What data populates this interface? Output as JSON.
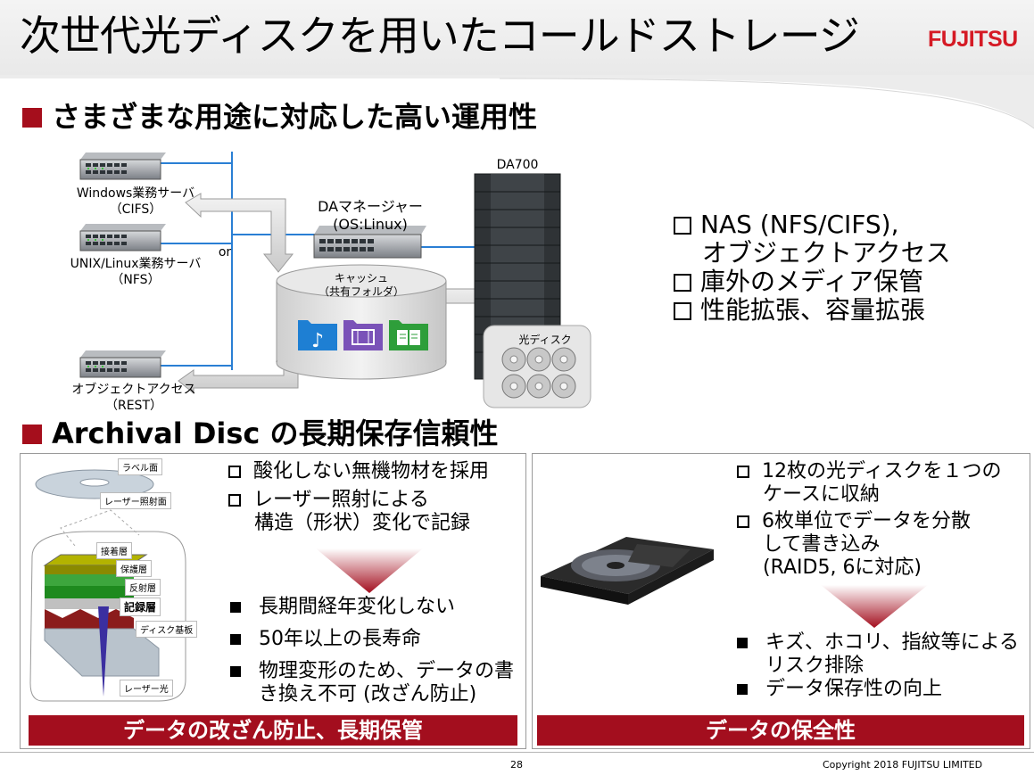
{
  "slide": {
    "title": "次世代光ディスクを用いたコールドストレージ",
    "logo_text": "FUJITSU",
    "page_number": "28",
    "copyright": "Copyright 2018 FUJITSU LIMITED",
    "colors": {
      "accent": "#a30e1e",
      "logo": "#d51a25",
      "folder_blue": "#1e7fd3",
      "folder_purple": "#7a52b8",
      "folder_green": "#2e9e3a"
    }
  },
  "section1": {
    "heading": "さまざまな用途に対応した高い運用性",
    "diagram": {
      "server1": {
        "name": "Windows業務サーバ",
        "proto": "（CIFS）"
      },
      "server2": {
        "name": "UNIX/Linux業務サーバ",
        "proto": "（NFS）"
      },
      "server3": {
        "name": "オブジェクトアクセス",
        "proto": "（REST）"
      },
      "or_label": "or",
      "manager": {
        "name": "DAマネージャー",
        "os": "(OS:Linux)"
      },
      "library_label": "DA700",
      "cache": {
        "name": "キャッシュ",
        "sub": "（共有フォルダ）"
      },
      "disc_label": "光ディスク",
      "icons": [
        "music-folder-icon",
        "film-folder-icon",
        "book-folder-icon"
      ]
    },
    "features": [
      {
        "lines": [
          "NAS (NFS/CIFS),",
          "オブジェクトアクセス"
        ]
      },
      {
        "lines": [
          "庫外のメディア保管"
        ]
      },
      {
        "lines": [
          "性能拡張、容量拡張"
        ]
      }
    ]
  },
  "section2": {
    "heading": "Archival Disc の長期保存信頼性",
    "left_panel": {
      "disc_labels": {
        "label_side": "ラベル面",
        "laser_side": "レーザー照射面"
      },
      "layers": [
        "接着層",
        "保護層",
        "反射層",
        "記録層",
        "ディスク基板"
      ],
      "laser": "レーザー光",
      "points": [
        {
          "lines": [
            "酸化しない無機物材を採用"
          ]
        },
        {
          "lines": [
            "レーザー照射による",
            "構造（形状）変化で記録"
          ]
        }
      ],
      "results": [
        {
          "lines": [
            "長期間経年変化しない"
          ]
        },
        {
          "lines": [
            "50年以上の長寿命"
          ]
        },
        {
          "lines": [
            "物理変形のため、データの書",
            "き換え不可 (改ざん防止)"
          ]
        }
      ],
      "banner": "データの改ざん防止、長期保管"
    },
    "right_panel": {
      "points": [
        {
          "lines": [
            "12枚の光ディスクを１つの",
            "ケースに収納"
          ]
        },
        {
          "lines": [
            "6枚単位でデータを分散",
            "して書き込み",
            "(RAID5, 6に対応)"
          ]
        }
      ],
      "results": [
        {
          "lines": [
            "キズ、ホコリ、指紋等による",
            "リスク排除"
          ]
        },
        {
          "lines": [
            "データ保存性の向上"
          ]
        }
      ],
      "banner": "データの保全性"
    }
  }
}
